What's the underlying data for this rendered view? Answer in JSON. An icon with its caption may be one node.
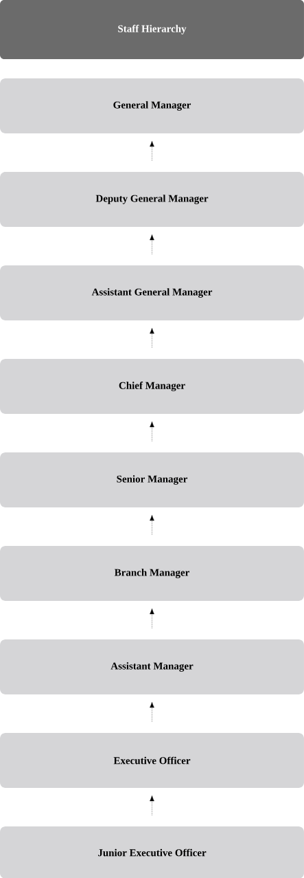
{
  "diagram": {
    "nodes": [
      {
        "text": [
          "Staff Hierarchy"
        ]
      },
      {
        "text": [
          "General Manager"
        ]
      },
      {
        "text": [
          "Deputy General Manager"
        ]
      },
      {
        "text": [
          "Assistant General Manager"
        ]
      },
      {
        "text": [
          "Chief Manager"
        ]
      },
      {
        "text": [
          "Senior Manager"
        ]
      },
      {
        "text": [
          "Branch Manager"
        ]
      },
      {
        "text": [
          "Assistant Manager"
        ]
      },
      {
        "text": [
          "Executive Officer"
        ]
      },
      {
        "text": [
          "Junior Executive Officer"
        ]
      }
    ],
    "edges": [
      {
        "from": 2,
        "to": 1,
        "arrow": "to",
        "style": "dashed"
      },
      {
        "from": 3,
        "to": 2,
        "arrow": "to",
        "style": "dashed"
      },
      {
        "from": 4,
        "to": 3,
        "arrow": "to",
        "style": "dashed"
      },
      {
        "from": 5,
        "to": 4,
        "arrow": "to",
        "style": "dashed"
      },
      {
        "from": 6,
        "to": 5,
        "arrow": "to",
        "style": "dashed"
      },
      {
        "from": 7,
        "to": 6,
        "arrow": "to",
        "style": "dashed"
      },
      {
        "from": 8,
        "to": 7,
        "arrow": "to",
        "style": "dashed"
      },
      {
        "from": 9,
        "to": 8,
        "arrow": "to",
        "style": "dashed"
      }
    ]
  }
}
